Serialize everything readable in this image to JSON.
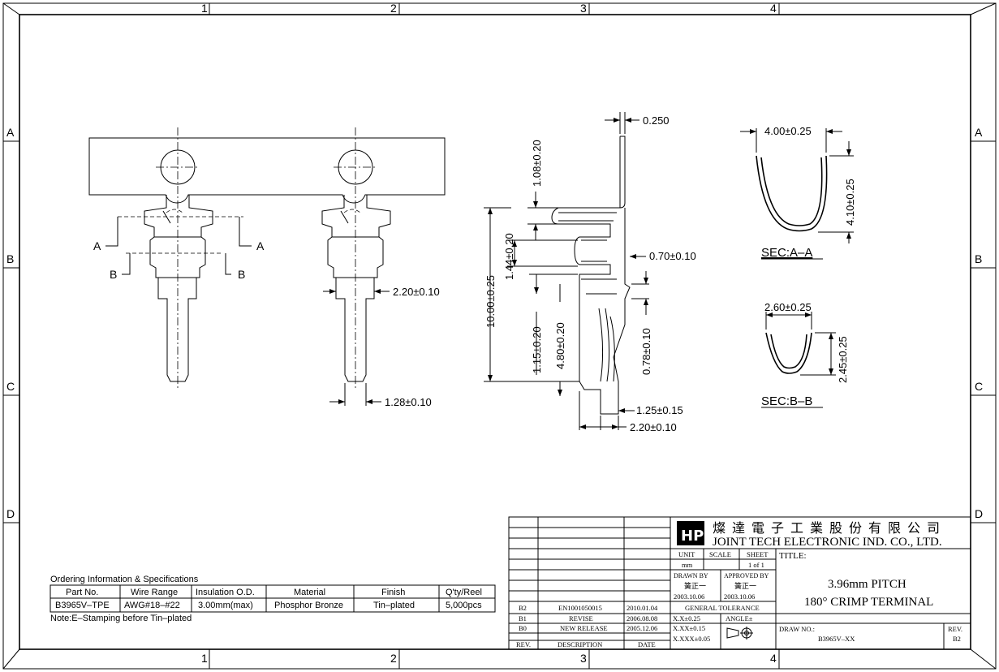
{
  "border": {
    "columns": [
      "1",
      "2",
      "3",
      "4"
    ],
    "rows": [
      "A",
      "B",
      "C",
      "D"
    ]
  },
  "front_view": {
    "section_a": "A",
    "section_b": "B",
    "dim_width": "2.20±0.10",
    "dim_pin": "1.28±0.10"
  },
  "side_view": {
    "dim_thickness": "0.250",
    "dim_1_08": "1.08±0.20",
    "dim_1_44": "1.44±0.20",
    "dim_10_00": "10.00±0.25",
    "dim_1_15": "1.15±0.20",
    "dim_4_80": "4.80±0.20",
    "dim_0_70": "0.70±0.10",
    "dim_0_78": "0.78±0.10",
    "dim_1_25": "1.25±0.15",
    "dim_2_20": "2.20±0.10"
  },
  "section_aa": {
    "width": "4.00±0.25",
    "height": "4.10±0.25",
    "label": "SEC:A–A"
  },
  "section_bb": {
    "width": "2.60±0.25",
    "height": "2.45±0.25",
    "label": "SEC:B–B"
  },
  "ordering": {
    "title": "Ordering Information & Specifications",
    "headers": [
      "Part No.",
      "Wire Range",
      "Insulation O.D.",
      "Material",
      "Finish",
      "Q'ty/Reel"
    ],
    "row": [
      "B3965V–TPE",
      "AWG#18–#22",
      "3.00mm(max)",
      "Phosphor Bronze",
      "Tin–plated",
      "5,000pcs"
    ],
    "note": "Note:E–Stamping before Tin–plated"
  },
  "title_block": {
    "company_cn": "燦 達 電 子 工 業 股 份 有 限 公 司",
    "company_en": "JOINT TECH ELECTRONIC IND. CO., LTD.",
    "unit_label": "UNIT",
    "unit_value": "mm",
    "scale_label": "SCALE",
    "sheet_label": "SHEET",
    "sheet_value": "1 of 1",
    "title_label": "TITLE:",
    "title_line1": "3.96mm PITCH",
    "title_line2": "180° CRIMP TERMINAL",
    "drawn_by_label": "DRAWN BY",
    "drawn_by_name": "簧正一",
    "drawn_date": "2003.10.06",
    "approved_by_label": "APPROVED BY",
    "approved_by_name": "簧正一",
    "approved_date": "2003.10.06",
    "general_tolerance": "GENERAL TOLERANCE",
    "tol_1": "X.X±0.25",
    "tol_2": "X.XX±0.15",
    "tol_3": "X.XXX±0.05",
    "angle_label": "ANGLE±",
    "draw_no_label": "DRAW NO.:",
    "draw_no": "B3965V–XX",
    "rev_label": "REV.",
    "rev_value": "B2",
    "revisions": [
      {
        "rev": "B2",
        "desc": "EN1001050015",
        "date": "2010.01.04"
      },
      {
        "rev": "B1",
        "desc": "REVISE",
        "date": "2006.08.08"
      },
      {
        "rev": "B0",
        "desc": "NEW RELEASE",
        "date": "2005.12.06"
      }
    ],
    "rev_headers": [
      "REV.",
      "DESCRIPTION",
      "DATE"
    ]
  }
}
